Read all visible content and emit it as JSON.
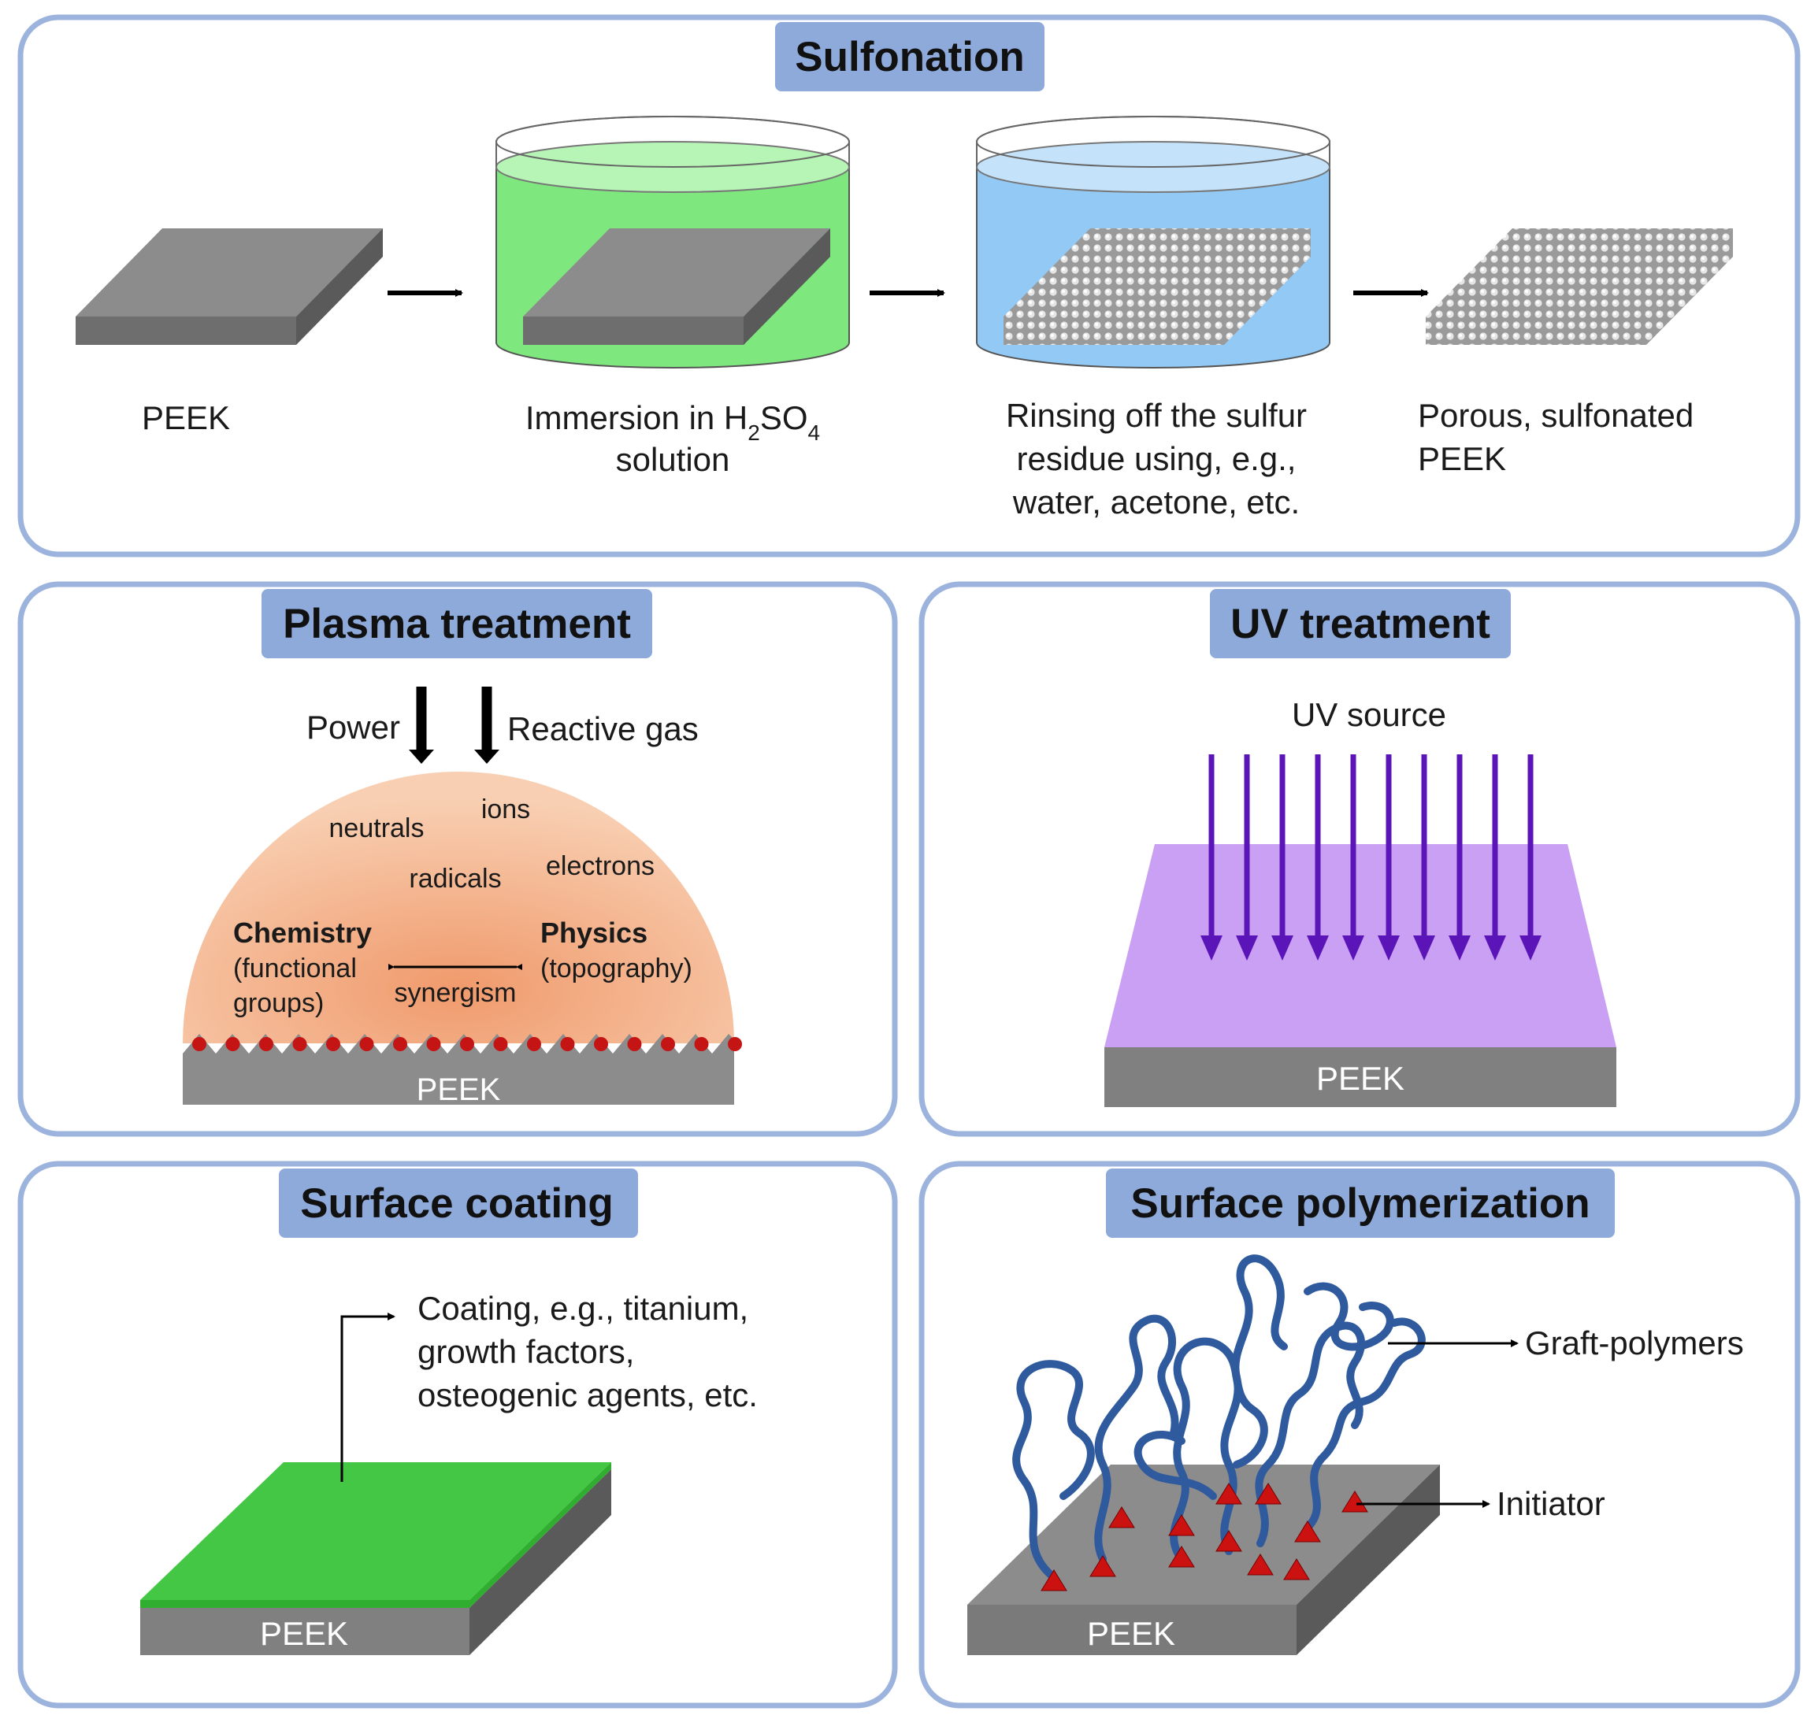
{
  "colors": {
    "panel_border": "#9bb3dd",
    "title_bg": "#8eaadb",
    "peek_gray": "#8c8c8c",
    "acid_green": "#7ee87e",
    "rinse_blue": "#93c9f5",
    "plasma_orange": "#f4a37a",
    "uv_purple": "#c9a0f4",
    "uv_arrow": "#5b14b8",
    "coating_green": "#44c744",
    "polymer_blue": "#2f5a9e",
    "initiator_red": "#cc1111"
  },
  "sulfonation": {
    "title": "Sulfonation",
    "steps": [
      {
        "line1": "PEEK",
        "line2": "",
        "line3": ""
      },
      {
        "line1": "Immersion in H",
        "line2": "solution",
        "line3": ""
      },
      {
        "line1": "Rinsing off the sulfur",
        "line2": "residue using, e.g.,",
        "line3": "water, acetone, etc."
      },
      {
        "line1": "Porous, sulfonated",
        "line2": "PEEK",
        "line3": ""
      }
    ],
    "formula_sub1": "2",
    "formula_mid": "SO",
    "formula_sub2": "4"
  },
  "plasma": {
    "title": "Plasma treatment",
    "power_label": "Power",
    "gas_label": "Reactive gas",
    "species": [
      "neutrals",
      "ions",
      "radicals",
      "electrons"
    ],
    "chemistry_title": "Chemistry",
    "chemistry_line1": "(functional",
    "chemistry_line2": "groups)",
    "physics_title": "Physics",
    "physics_sub": "(topography)",
    "synergism": "synergism",
    "substrate": "PEEK"
  },
  "uv": {
    "title": "UV treatment",
    "source_label": "UV source",
    "substrate": "PEEK"
  },
  "coating": {
    "title": "Surface coating",
    "line1": "Coating, e.g., titanium,",
    "line2": "growth factors,",
    "line3": "osteogenic agents, etc.",
    "substrate": "PEEK"
  },
  "polymerization": {
    "title": "Surface polymerization",
    "graft_label": "Graft-polymers",
    "initiator_label": "Initiator",
    "substrate": "PEEK"
  }
}
